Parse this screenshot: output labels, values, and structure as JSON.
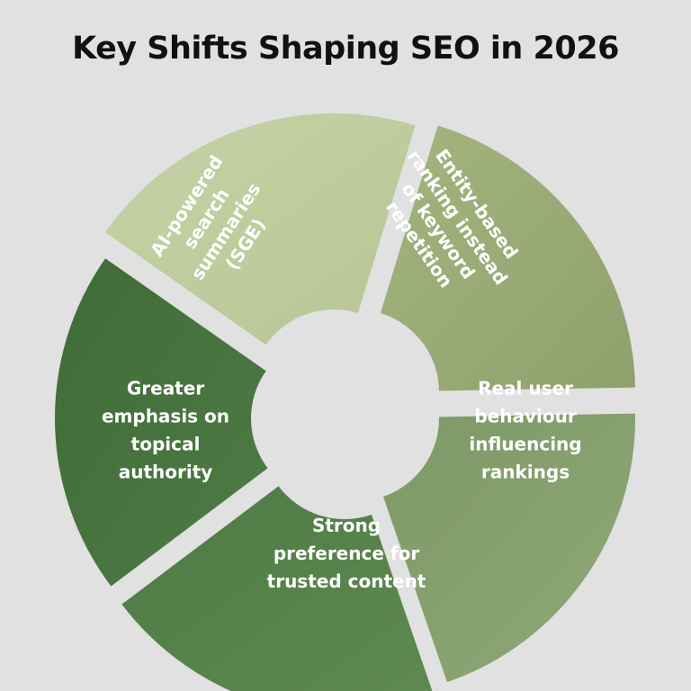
{
  "title": "Key Shifts Shaping SEO in 2026",
  "segments": [
    {
      "label_lines": [
        "AI-powered",
        "search",
        "summaries",
        "(SGE)"
      ],
      "color_light": "#c6d2a6",
      "color_dark": "#b7c695"
    },
    {
      "label_lines": [
        "Entity-based",
        "ranking instead",
        "of keyword",
        "repetition"
      ],
      "color_light": "#a4b57f",
      "color_dark": "#8ea06c"
    },
    {
      "label_lines": [
        "Real user",
        "behaviour",
        "influencing",
        "rankings"
      ],
      "color_light": "#7d9966",
      "color_dark": "#8fa979"
    },
    {
      "label_lines": [
        "Strong",
        "preference for",
        "trusted content"
      ],
      "color_light": "#4d7a44",
      "color_dark": "#5f8b52"
    },
    {
      "label_lines": [
        "Greater",
        "emphasis on",
        "topical",
        "authority"
      ],
      "color_light": "#3e6b36",
      "color_dark": "#4f7c46"
    }
  ]
}
